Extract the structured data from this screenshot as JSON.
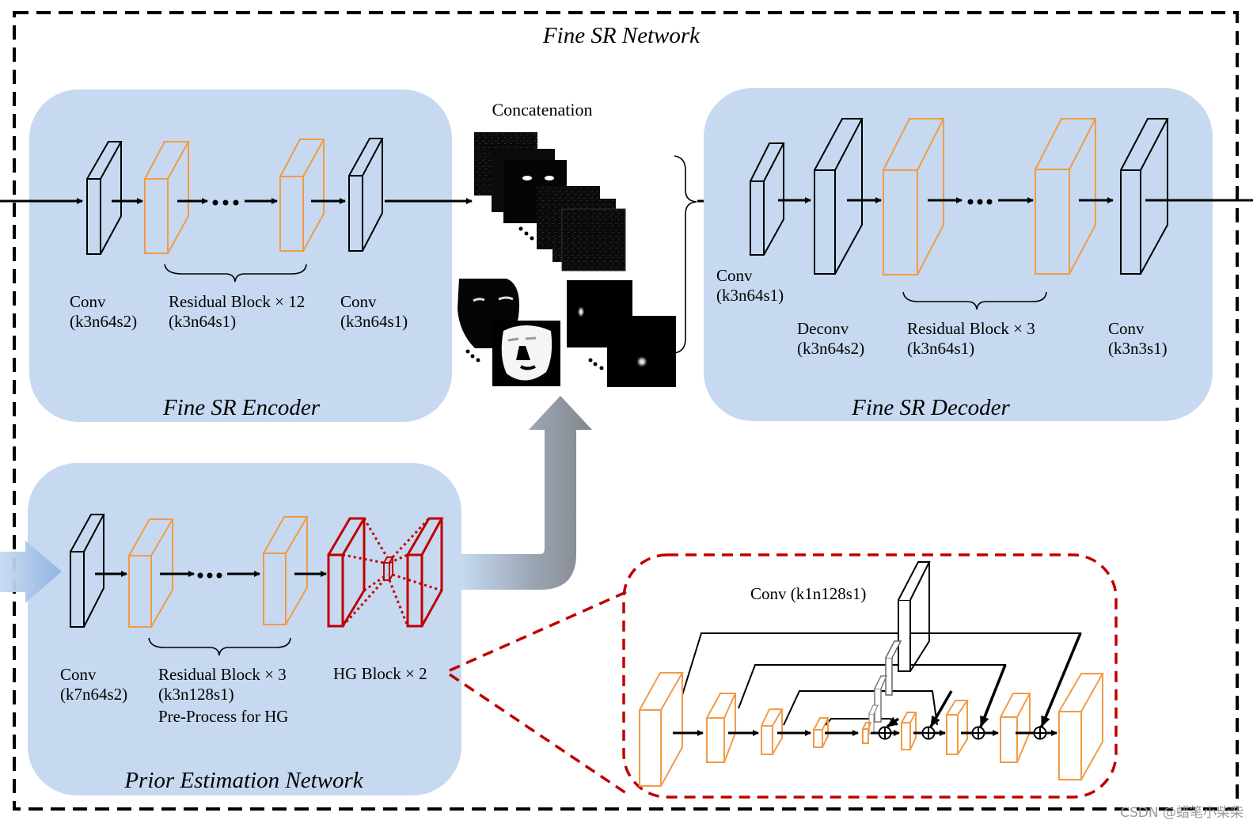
{
  "outer": {
    "title": "Fine SR Network"
  },
  "encoder": {
    "title": "Fine SR Encoder",
    "layers": [
      {
        "name": "Conv",
        "params": "(k3n64s2)"
      },
      {
        "name": "Residual Block × 12",
        "params": "(k3n64s1)"
      },
      {
        "name": "Conv",
        "params": "(k3n64s1)"
      }
    ]
  },
  "concat": {
    "label": "Concatenation",
    "groups": [
      "feature-maps",
      "parsing-maps",
      "landmark-heatmaps"
    ]
  },
  "decoder": {
    "title": "Fine SR Decoder",
    "layers": [
      {
        "name": "Conv",
        "params": "(k3n64s1)"
      },
      {
        "name": "Deconv",
        "params": "(k3n64s2)"
      },
      {
        "name": "Residual Block × 3",
        "params": "(k3n64s1)"
      },
      {
        "name": "Conv",
        "params": "(k3n3s1)"
      }
    ]
  },
  "prior": {
    "title": "Prior Estimation Network",
    "layers": [
      {
        "name": "Conv",
        "params": "(k7n64s2)"
      },
      {
        "name": "Residual Block × 3",
        "params": "(k3n128s1)",
        "note": "Pre-Process for HG"
      },
      {
        "name": "HG Block × 2"
      }
    ]
  },
  "hourglass_detail": {
    "conv_label": "Conv (k1n128s1)",
    "sum_symbol": "⊕"
  },
  "colors": {
    "panel": "#c6d9f0",
    "residual_block": "#f39a45",
    "hg_block": "#c00000",
    "conv_block": "#000000",
    "arrow_gray": "#8a8d91"
  },
  "watermark": "CSDN @蜡笔小柴柴"
}
